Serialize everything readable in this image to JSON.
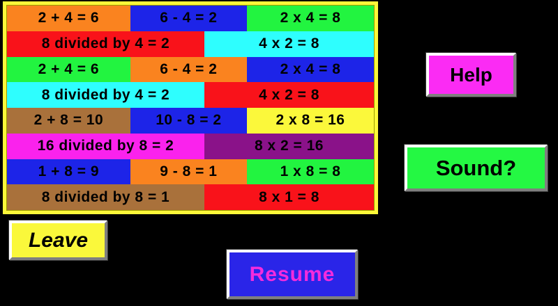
{
  "board": {
    "border_color": "#FCF839",
    "rows": [
      {
        "cells": [
          {
            "text": "2 + 4 = 6",
            "bg": "#FA831F"
          },
          {
            "text": "6 - 4 = 2",
            "bg": "#1D24E8"
          },
          {
            "text": "2 x 4 = 8",
            "bg": "#22F440"
          }
        ]
      },
      {
        "cells": [
          {
            "text": "8 divided by 4 = 2",
            "bg": "#F9121A"
          },
          {
            "text": "4 x 2 = 8",
            "bg": "#2EFEFE"
          }
        ]
      },
      {
        "cells": [
          {
            "text": "2 + 4 = 6",
            "bg": "#22F440"
          },
          {
            "text": "6 - 4 = 2",
            "bg": "#FA831F"
          },
          {
            "text": "2 x 4 = 8",
            "bg": "#1D24E8"
          }
        ]
      },
      {
        "cells": [
          {
            "text": "8 divided by 4 = 2",
            "bg": "#2EFEFE"
          },
          {
            "text": "4 x 2 = 8",
            "bg": "#F9121A"
          }
        ]
      },
      {
        "cells": [
          {
            "text": "2 + 8 = 10",
            "bg": "#A9713B"
          },
          {
            "text": "10 - 8 = 2",
            "bg": "#1D24E8"
          },
          {
            "text": "2 x 8 = 16",
            "bg": "#FBF83B"
          }
        ]
      },
      {
        "cells": [
          {
            "text": "16 divided by 8 = 2",
            "bg": "#FA22ED"
          },
          {
            "text": "8 x 2 = 16",
            "bg": "#8A1289"
          }
        ]
      },
      {
        "cells": [
          {
            "text": "1 + 8 = 9",
            "bg": "#1D24E8"
          },
          {
            "text": "9 - 8 = 1",
            "bg": "#FA831F"
          },
          {
            "text": "1 x 8 = 8",
            "bg": "#22F440"
          }
        ]
      },
      {
        "cells": [
          {
            "text": "8 divided by 8 = 1",
            "bg": "#A9713B"
          },
          {
            "text": "8 x 1 = 8",
            "bg": "#F9121A"
          }
        ]
      }
    ]
  },
  "buttons": {
    "help": {
      "label": "Help",
      "bg": "#FB2BF4",
      "color": "#000000"
    },
    "sound": {
      "label": "Sound?",
      "bg": "#24F843",
      "color": "#000000"
    },
    "leave": {
      "label": "Leave",
      "bg": "#FAF83B",
      "color": "#000000"
    },
    "resume": {
      "label": "Resume",
      "bg": "#2A25E8",
      "color": "#F42BDD"
    }
  }
}
